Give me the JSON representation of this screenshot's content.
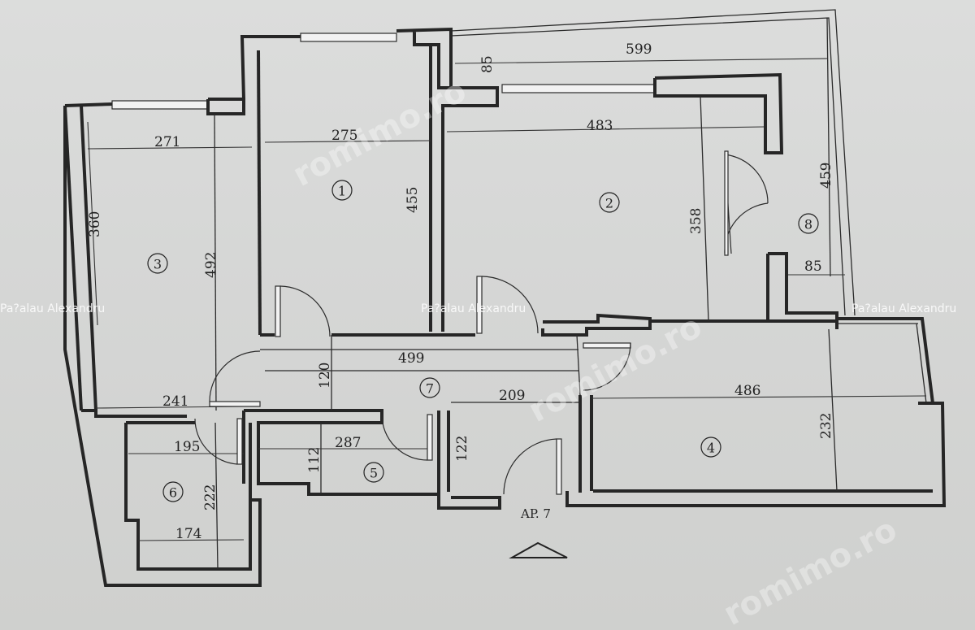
{
  "plan": {
    "apartment_label": "AP. 7",
    "watermark_name": "Pa?alau Alexandru",
    "watermark_site": "romimo.ro",
    "rooms": [
      "1",
      "2",
      "3",
      "4",
      "5",
      "6",
      "7",
      "8"
    ],
    "dimensions": {
      "d599": "599",
      "d85_top": "85",
      "d271": "271",
      "d275": "275",
      "d483": "483",
      "d455": "455",
      "d459": "459",
      "d358": "358",
      "d360": "360",
      "d492": "492",
      "d85_right": "85",
      "d499": "499",
      "d120": "120",
      "d209": "209",
      "d486": "486",
      "d241": "241",
      "d232": "232",
      "d195": "195",
      "d287": "287",
      "d112": "112",
      "d122": "122",
      "d222": "222",
      "d174": "174"
    }
  }
}
